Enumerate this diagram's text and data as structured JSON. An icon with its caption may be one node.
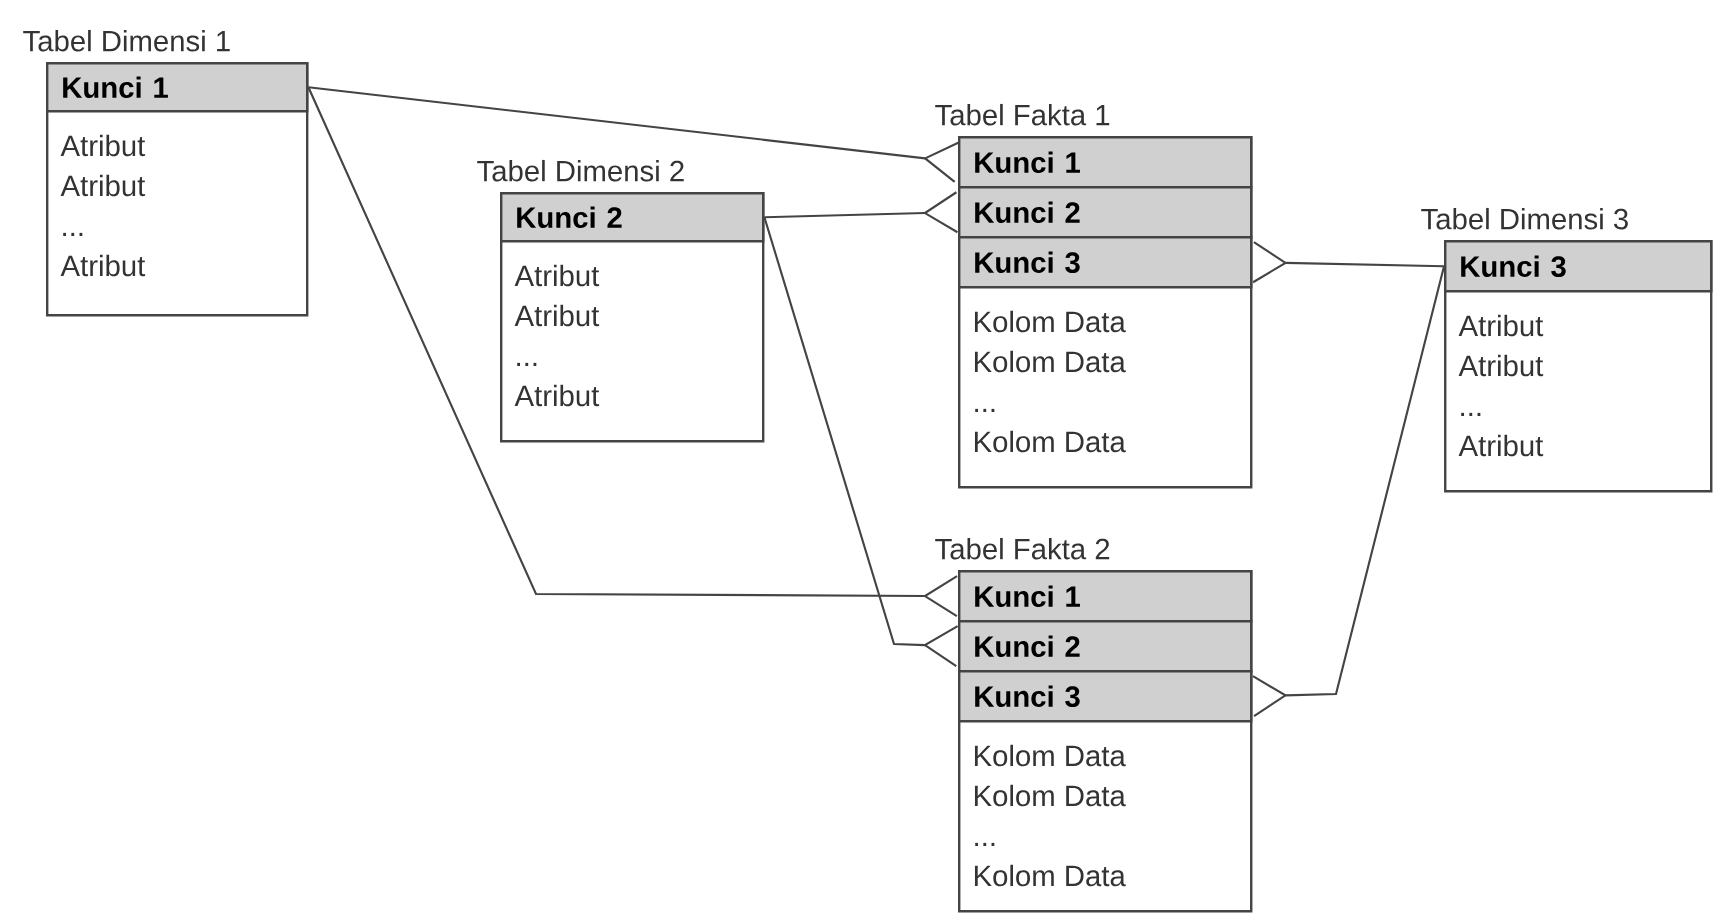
{
  "diagram": {
    "nodes": [
      {
        "text": [
          "Tabel Dimensi 1",
          "Atribut",
          "Atribut",
          "...",
          "Atribut"
        ]
      },
      {
        "text": [
          "Kunci 1"
        ],
        "in": 0
      },
      {
        "text": [
          "Tabel Dimensi 2",
          "Atribut",
          "Atribut",
          "...",
          "Atribut"
        ]
      },
      {
        "text": [
          "Kunci 2"
        ],
        "in": 2
      },
      {
        "text": [
          "Tabel Fakta 1",
          "Kolom Data",
          "Kolom Data",
          "...",
          "Kolom Data"
        ]
      },
      {
        "text": [
          "Kunci 1"
        ],
        "in": 4
      },
      {
        "text": [
          "Kunci 2"
        ],
        "in": 4
      },
      {
        "text": [
          "Kunci 3"
        ],
        "in": 4
      },
      {
        "text": [
          "Tabel Dimensi 3",
          "Atribut",
          "Atribut",
          "...",
          "Atribut"
        ]
      },
      {
        "text": [
          "Kunci 3"
        ],
        "in": 8
      },
      {
        "text": [
          "Tabel Fakta 2",
          "Kolom Data",
          "Kolom Data",
          "...",
          "Kolom Data"
        ]
      },
      {
        "text": [
          "Kunci 1"
        ],
        "in": 10
      },
      {
        "text": [
          "Kunci 2"
        ],
        "in": 10
      },
      {
        "text": [
          "Kunci 3"
        ],
        "in": 10
      }
    ],
    "edges": [
      {
        "from": 1,
        "to": 5,
        "arrow": "other"
      },
      {
        "from": 1,
        "to": 11,
        "arrow": "other"
      },
      {
        "from": 3,
        "to": 6,
        "arrow": "other"
      },
      {
        "from": 3,
        "to": 12,
        "arrow": "other"
      },
      {
        "from": 9,
        "to": 7,
        "arrow": "other"
      },
      {
        "from": 9,
        "to": 13,
        "arrow": "other"
      }
    ]
  }
}
